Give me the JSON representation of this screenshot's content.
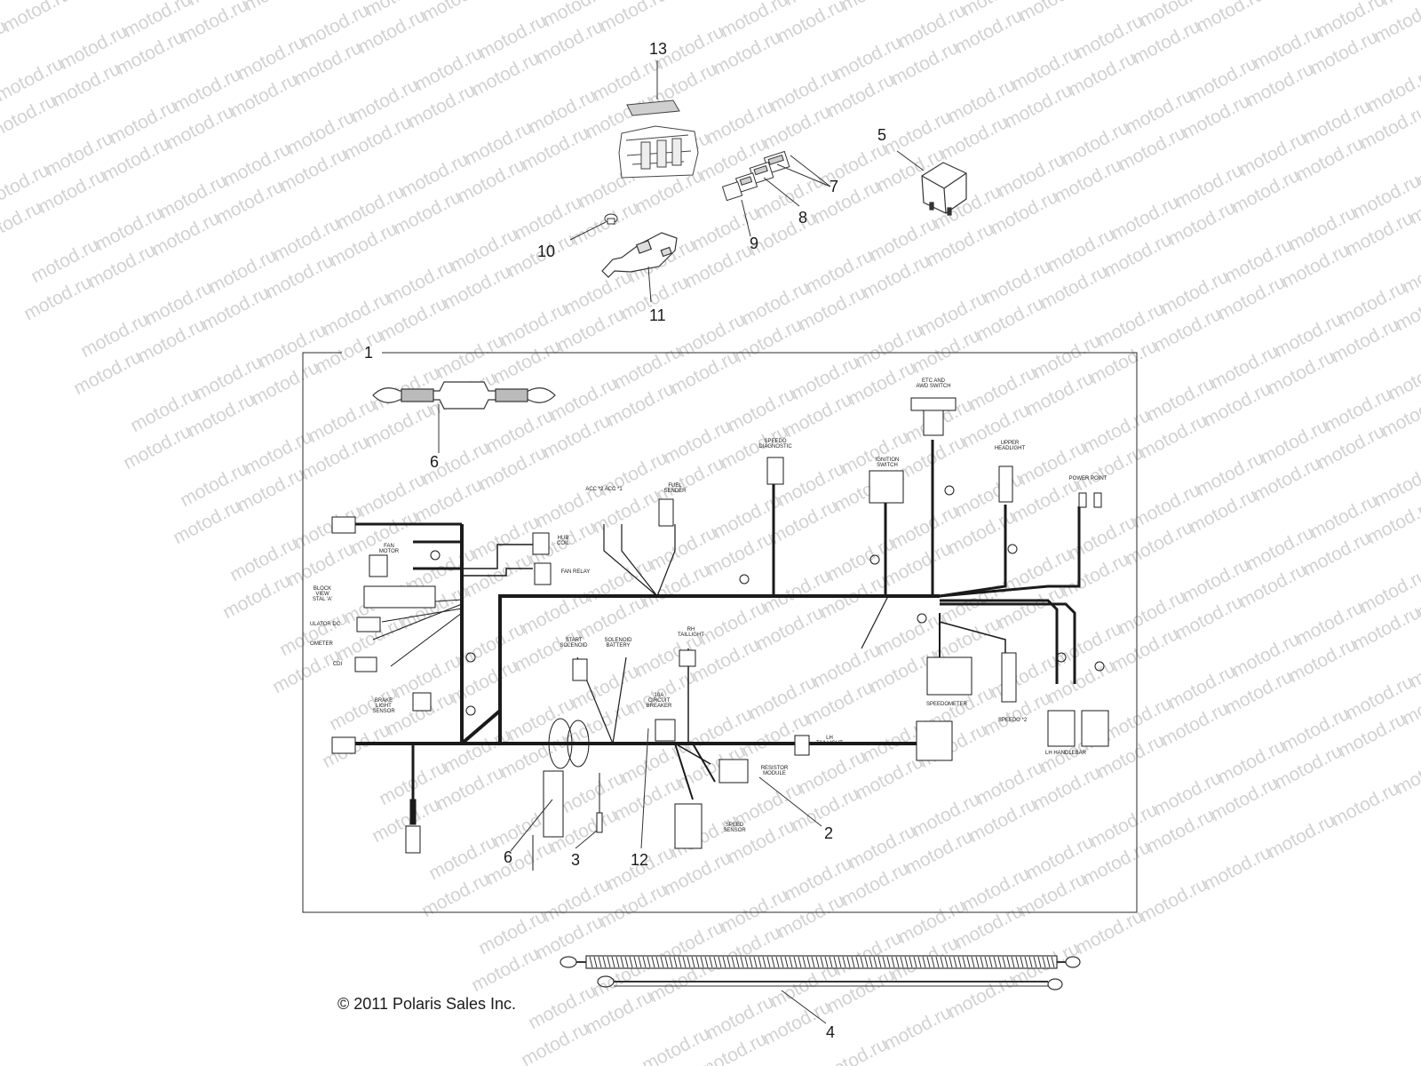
{
  "watermark": "motod.ru",
  "copyright": "© 2011 Polaris Sales Inc.",
  "callouts": {
    "c1": "1",
    "c2": "2",
    "c3": "3",
    "c4": "4",
    "c5": "5",
    "c6a": "6",
    "c6b": "6",
    "c7": "7",
    "c8": "8",
    "c9": "9",
    "c10": "10",
    "c11": "11",
    "c12": "12",
    "c13": "13"
  },
  "connector_labels": {
    "etc_awd_switch": "ETC AND\nAWD SWITCH",
    "speedo_diagnostic": "SPEEDO\nDIAGNOSTIC",
    "upper_headlight": "UPPER\nHEADLIGHT",
    "ignition_switch": "IGNITION\nSWITCH",
    "power_point": "POWER POINT",
    "fuel_sender": "FUEL\nSENDER",
    "acc": "ACC *2   ACC *1",
    "hub_coil": "HUB\nCOIL",
    "fan_relay": "FAN RELAY",
    "fan_motor": "FAN\nMOTOR",
    "block_view": "BLOCK\nVIEW\nSTAL 'A'",
    "regulator": "ULATOR DC",
    "ohmmeter": "OMETER",
    "cdi": "CDI",
    "brake_light_sensor": "BRAKE\nLIGHT\nSENSOR",
    "start_solenoid": "START\nSOLENOID",
    "solenoid_battery": "SOLENOID\nBATTERY",
    "rh_taillight": "RH\nTAILLIGHT",
    "circuit_breaker": "10A\nCIRCUIT\nBREAKER",
    "lh_taillight": "LH\nTAILLIGHT",
    "resistor_module": "RESISTOR\nMODULE",
    "speed_sensor": "SPEED\nSENSOR",
    "speedometer": "SPEEDOMETER",
    "speedo_2": "SPEEDO *2",
    "lh_handlebar": "LH HANDLEBAR"
  }
}
